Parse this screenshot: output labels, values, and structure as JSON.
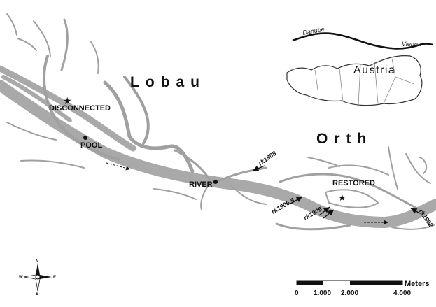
{
  "regions": {
    "lobau": "Lobau",
    "orth": "Orth"
  },
  "sites": {
    "disconnected": "DISCONNECTED",
    "pool": "POOL",
    "river": "RIVER",
    "restored": "RESTORED"
  },
  "river_km": {
    "rk1908": "rk1908",
    "rk1906_5": "rk1906.5",
    "rk1905": "rk1905",
    "rk1902": "rk1902"
  },
  "inset": {
    "danube": "Danube",
    "vienna": "Vienna",
    "country": "Austria"
  },
  "compass": {
    "n": "N",
    "s": "S",
    "e": "E",
    "w": "W"
  },
  "scale_bar": {
    "unit": "Meters",
    "ticks": [
      "0",
      "1.000",
      "2.000",
      "4.000"
    ]
  },
  "colors": {
    "river": "#a9a9a9",
    "channels": "#a0a0a0",
    "ink": "#111111",
    "background": "#ffffff"
  }
}
